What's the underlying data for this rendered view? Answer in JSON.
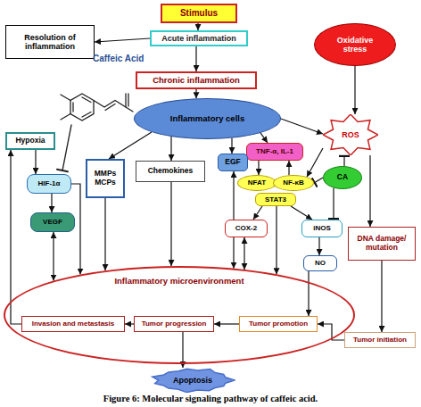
{
  "diagram": {
    "caption": "Figure 6: Molecular signaling pathway of caffeic acid.",
    "nodes": [
      {
        "text": [
          "Stimulus"
        ]
      },
      {
        "text": [
          "Resolution of inflammation"
        ]
      },
      {
        "text": [
          "Acute inflammation"
        ]
      },
      {
        "text": [
          "Oxidative stress"
        ]
      },
      {
        "text": [
          "Chronic inflammation"
        ]
      },
      {
        "text": [
          "Inflammatory cells"
        ]
      },
      {
        "text": [
          "ROS"
        ]
      },
      {
        "text": [
          "Hypoxia"
        ]
      },
      {
        "text": [
          "TNF-α, IL-1"
        ]
      },
      {
        "text": [
          "HIF-1α"
        ]
      },
      {
        "text": [
          "MMPs MCPs"
        ]
      },
      {
        "text": [
          "Chemokines"
        ]
      },
      {
        "text": [
          "EGF"
        ]
      },
      {
        "text": [
          "NFAT"
        ]
      },
      {
        "text": [
          "NF-κB"
        ]
      },
      {
        "text": [
          "CA"
        ]
      },
      {
        "text": [
          "STAT3"
        ]
      },
      {
        "text": [
          "VEGF"
        ]
      },
      {
        "text": [
          "COX-2"
        ]
      },
      {
        "text": [
          "iNOS"
        ]
      },
      {
        "text": [
          "DNA damage/ mutation"
        ]
      },
      {
        "text": [
          "NO"
        ]
      },
      {
        "text": [
          "Inflammatory microenvironment"
        ]
      },
      {
        "text": [
          "Invasion and metastasis"
        ],
        "in": 22
      },
      {
        "text": [
          "Tumor progression"
        ],
        "in": 22
      },
      {
        "text": [
          "Tumor promotion"
        ],
        "in": 22
      },
      {
        "text": [
          "Tumor initiation"
        ]
      },
      {
        "text": [
          "Apoptosis"
        ]
      }
    ],
    "edges": [
      {
        "from": 0,
        "to": 2,
        "arrow": "to"
      },
      {
        "from": 2,
        "to": 1,
        "arrow": "to"
      },
      {
        "from": 2,
        "to": 4,
        "arrow": "to"
      },
      {
        "from": 4,
        "to": 5,
        "arrow": "to"
      },
      {
        "from": 3,
        "to": 6,
        "arrow": "to"
      },
      {
        "from": 5,
        "to": 6,
        "arrow": "to"
      },
      {
        "from": 5,
        "to": 8,
        "arrow": "to"
      },
      {
        "from": 5,
        "to": 10,
        "arrow": "to"
      },
      {
        "from": 5,
        "to": 11,
        "arrow": "to"
      },
      {
        "from": 5,
        "to": 12,
        "arrow": "to"
      },
      {
        "from": 12,
        "to": 22,
        "arrow": "both"
      },
      {
        "from": 8,
        "to": 13,
        "arrow": "to"
      },
      {
        "from": 14,
        "to": 8,
        "arrow": "to"
      },
      {
        "from": 6,
        "to": 14,
        "arrow": "to"
      },
      {
        "from": 15,
        "to": 6,
        "arrow": "to"
      },
      {
        "from": 15,
        "to": 14,
        "arrow": "to"
      },
      {
        "from": 15,
        "to": 19,
        "arrow": "to"
      },
      {
        "from": 16,
        "to": 18,
        "arrow": "to"
      },
      {
        "from": 16,
        "to": 19,
        "arrow": "to"
      },
      {
        "from": 16,
        "to": 22,
        "arrow": "to"
      },
      {
        "from": 18,
        "to": 22,
        "arrow": "both"
      },
      {
        "from": 19,
        "to": 21,
        "arrow": "to"
      },
      {
        "from": 21,
        "to": 25,
        "arrow": "to"
      },
      {
        "from": 6,
        "to": 20,
        "arrow": "to"
      },
      {
        "from": 20,
        "to": 26,
        "arrow": "to"
      },
      {
        "from": 26,
        "to": 25,
        "arrow": "to"
      },
      {
        "from": 25,
        "to": 24,
        "arrow": "to"
      },
      {
        "from": 24,
        "to": 23,
        "arrow": "to"
      },
      {
        "from": 24,
        "to": 27,
        "arrow": "to"
      },
      {
        "from": 23,
        "to": 7,
        "arrow": "to"
      },
      {
        "from": 7,
        "to": 9,
        "arrow": "to"
      },
      {
        "from": 9,
        "to": 17,
        "arrow": "to"
      },
      {
        "from": 17,
        "to": 22,
        "arrow": "both"
      },
      {
        "from": 9,
        "to": 22,
        "arrow": "to"
      },
      {
        "from": 10,
        "to": 22,
        "arrow": "to"
      },
      {
        "from": 11,
        "to": 22,
        "arrow": "to"
      }
    ],
    "labels": [
      "Caffeic Acid"
    ]
  }
}
